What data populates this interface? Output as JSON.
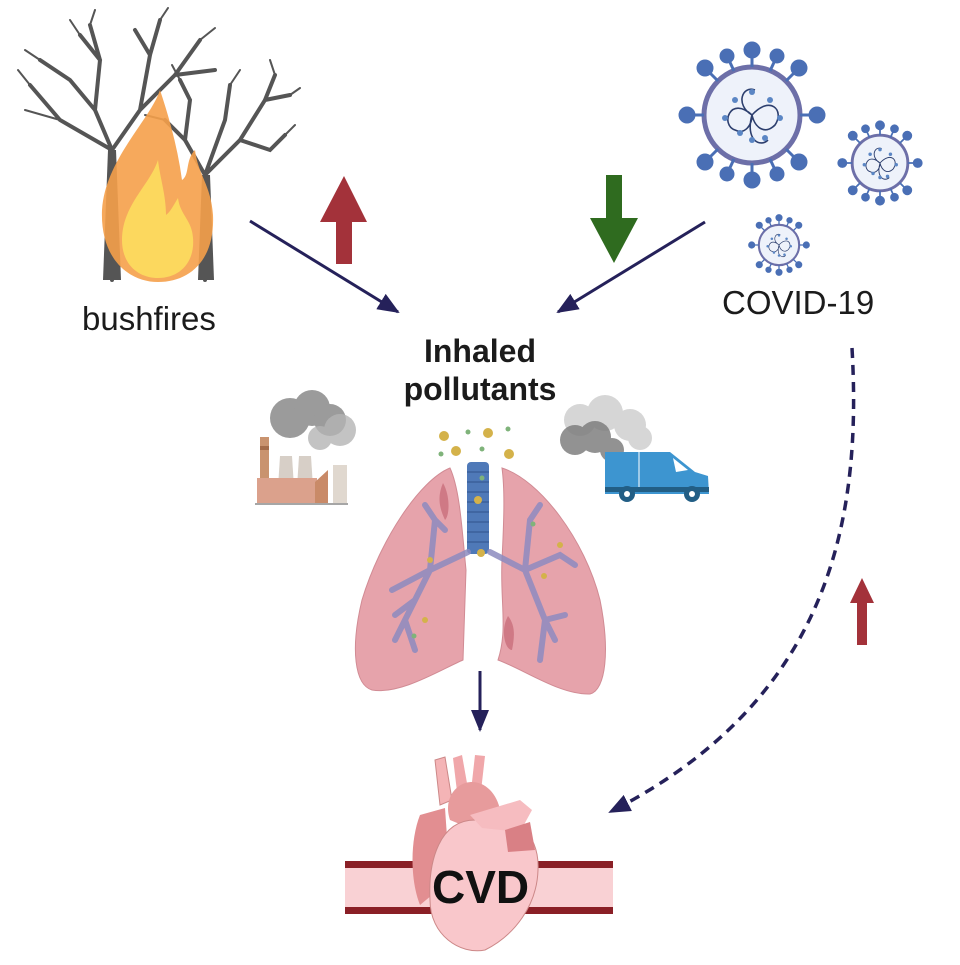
{
  "figure": {
    "type": "causal-diagram",
    "nodes": {
      "bushfires": {
        "label": "bushfires",
        "icon": "burning-trees-icon"
      },
      "covid": {
        "label": "COVID-19",
        "icon": "coronavirus-icon"
      },
      "pollutants": {
        "label_line1": "Inhaled",
        "label_line2": "pollutants",
        "icons": [
          "factory-icon",
          "van-exhaust-icon",
          "lungs-icon"
        ]
      },
      "cvd": {
        "label": "CVD",
        "icon": "heart-icon"
      }
    },
    "edges": [
      {
        "from": "bushfires",
        "to": "pollutants",
        "style": "solid",
        "effect": "increase",
        "effect_color": "#a3323a"
      },
      {
        "from": "covid",
        "to": "pollutants",
        "style": "solid",
        "effect": "decrease",
        "effect_color": "#2f6b1f"
      },
      {
        "from": "pollutants",
        "to": "cvd",
        "style": "solid"
      },
      {
        "from": "covid",
        "to": "cvd",
        "style": "dashed",
        "effect": "increase",
        "effect_color": "#a3323a"
      }
    ],
    "colors": {
      "arrow": "#25215a",
      "increase": "#a3323a",
      "decrease": "#2f6b1f",
      "lung": "#e6a3ab",
      "virus": "#4a6fb5",
      "van": "#3d95d0",
      "flame_outer": "#f5a04a",
      "flame_inner": "#fcd85e"
    }
  }
}
